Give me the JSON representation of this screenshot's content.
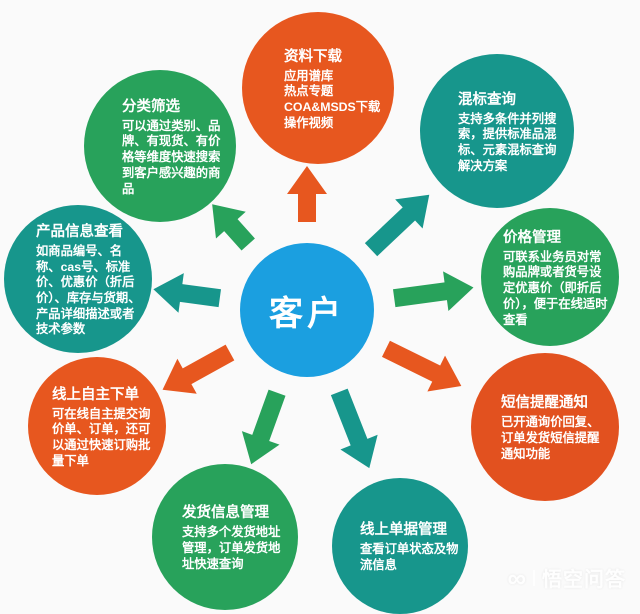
{
  "colors": {
    "background": "#fafafa",
    "orange": "#e7571f",
    "deep_orange": "#e2511f",
    "green": "#28a25b",
    "teal": "#17968c",
    "blue": "#1b9fe0",
    "text": "#ffffff"
  },
  "center": {
    "label": "客户"
  },
  "nodes": [
    {
      "id": "data-download",
      "title": "资料下载",
      "body": "应用谱库\n热点专题\nCOA&MSDS下载\n操作视频",
      "color": "orange"
    },
    {
      "id": "category-filter",
      "title": "分类筛选",
      "body": "可以通过类别、品牌、有现货、有价格等维度快速搜索到客户感兴趣的商品",
      "color": "green"
    },
    {
      "id": "mix-standard-query",
      "title": "混标查询",
      "body": "支持多条件并列搜索，提供标准品混标、元素混标查询解决方案",
      "color": "teal"
    },
    {
      "id": "product-info",
      "title": "产品信息查看",
      "body": "如商品编号、名称、cas号、标准价、优惠价（折后价）、库存与货期、产品详细描述或者技术参数",
      "color": "teal"
    },
    {
      "id": "price-management",
      "title": "价格管理",
      "body": "可联系业务员对常购品牌或者货号设定优惠价（即折后价），便于在线适时查看",
      "color": "green"
    },
    {
      "id": "online-ordering",
      "title": "线上自主下单",
      "body": "可在线自主提交询价单、订单，还可以通过快速订购批量下单",
      "color": "orange"
    },
    {
      "id": "sms-notification",
      "title": "短信提醒通知",
      "body": "已开通询价回复、订单发货短信提醒通知功能",
      "color": "deep-orange"
    },
    {
      "id": "shipping-info",
      "title": "发货信息管理",
      "body": "支持多个发货地址管理，订单发货地址快速查询",
      "color": "green"
    },
    {
      "id": "online-documents",
      "title": "线上单据管理",
      "body": "查看订单状态及物流信息",
      "color": "teal"
    }
  ],
  "watermark": {
    "logo": "∞",
    "text": "悟空问答"
  }
}
